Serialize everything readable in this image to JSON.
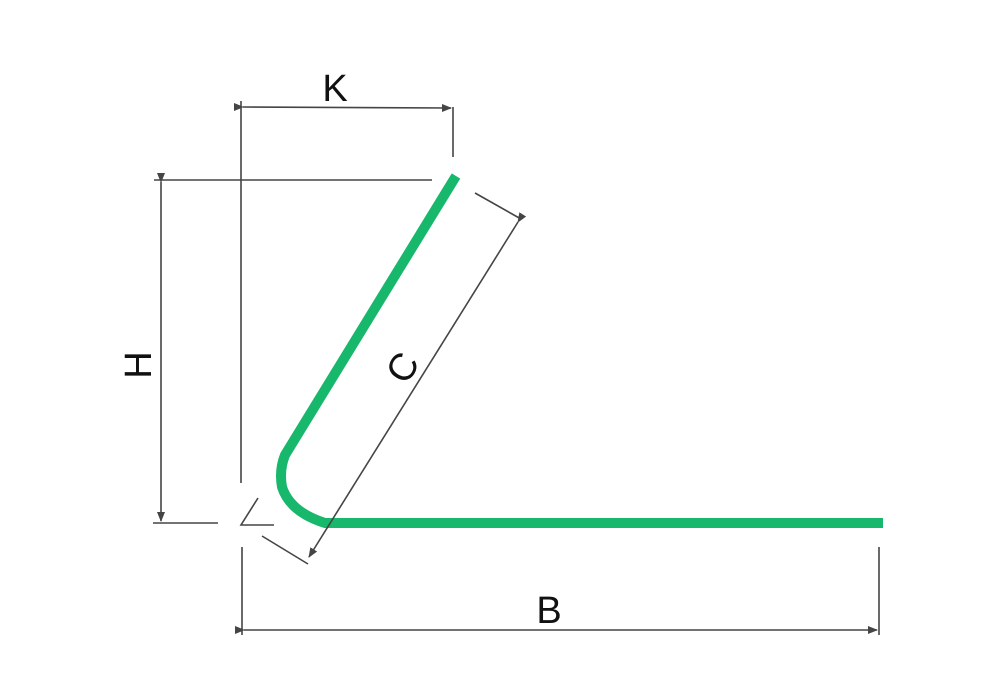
{
  "diagram": {
    "profile_color": "#17b86b",
    "dimension_color": "#454545",
    "labels": {
      "K": "K",
      "H": "H",
      "C": "C",
      "B": "B"
    }
  }
}
